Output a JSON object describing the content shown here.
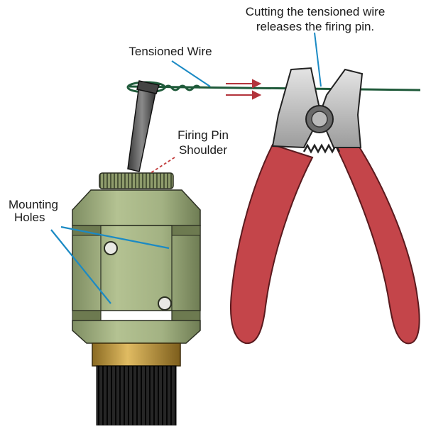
{
  "labels": {
    "caption_line1": "Cutting the tensioned wire",
    "caption_line2": "releases the firing pin.",
    "tensioned_wire": "Tensioned Wire",
    "firing_pin_line1": "Firing Pin",
    "firing_pin_line2": "Shoulder",
    "mounting_line1": "Mounting",
    "mounting_line2": "Holes"
  },
  "colors": {
    "wire": "#1f5a3a",
    "device_body": "#a9b88a",
    "device_shadow": "#7f8e63",
    "device_outline": "#2b2f22",
    "brass_collar": "#c9a14a",
    "black_base": "#1e1e1e",
    "handle_red": "#c4454a",
    "handle_dark": "#8e2d33",
    "jaw_metal": "#c9c9c9",
    "arrow_red": "#b3333b",
    "leader_blue": "#1b8ac4",
    "leader_red": "#c23a3a"
  },
  "icons": {
    "device": "pull-firing-device-icon",
    "cutters": "wire-cutters-icon",
    "arrows": "direction-arrows-icon"
  }
}
